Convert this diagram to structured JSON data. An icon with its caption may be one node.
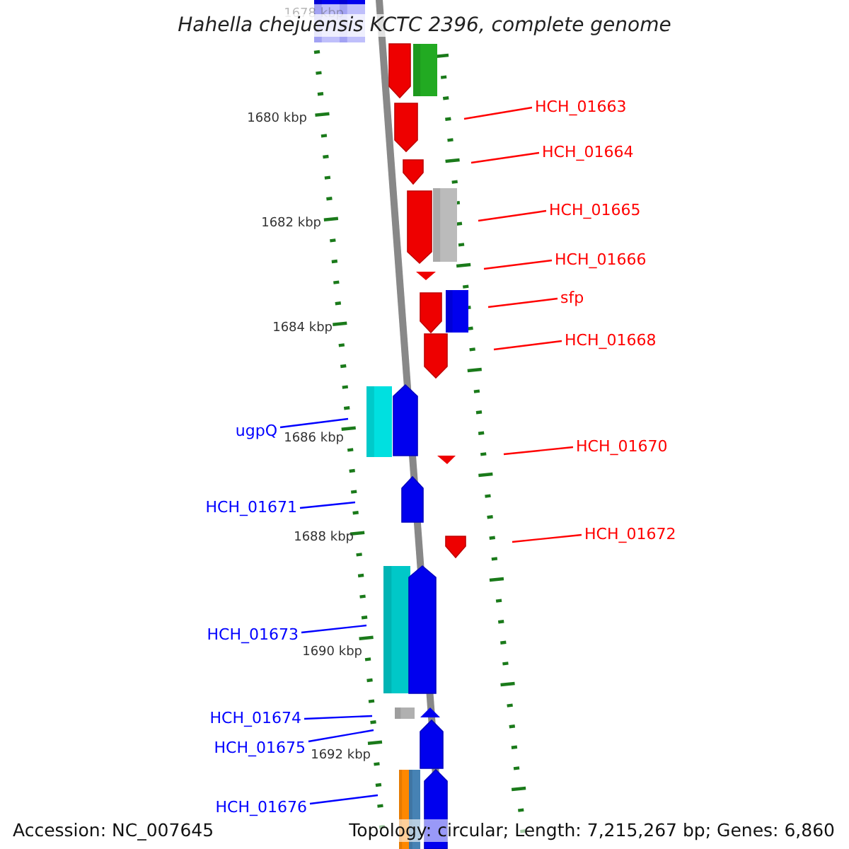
{
  "diagram": {
    "title": "Hahella chejuensis KCTC 2396, complete genome",
    "nodes": [
      {
        "text": [
          "HCH_01663"
        ]
      },
      {
        "text": [
          "HCH_01664"
        ]
      },
      {
        "text": [
          "HCH_01665"
        ]
      },
      {
        "text": [
          "HCH_01666"
        ]
      },
      {
        "text": [
          "sfp"
        ]
      },
      {
        "text": [
          "HCH_01668"
        ]
      },
      {
        "text": [
          "ugpQ"
        ]
      },
      {
        "text": [
          "HCH_01670"
        ]
      },
      {
        "text": [
          "HCH_01671"
        ]
      },
      {
        "text": [
          "HCH_01672"
        ]
      },
      {
        "text": [
          "HCH_01673"
        ]
      },
      {
        "text": [
          "HCH_01674"
        ]
      },
      {
        "text": [
          "HCH_01675"
        ]
      },
      {
        "text": [
          "HCH_01676"
        ]
      }
    ],
    "edges": [
      {
        "from": 0,
        "to": null,
        "arrow": "none"
      },
      {
        "from": 1,
        "to": null,
        "arrow": "none"
      },
      {
        "from": 2,
        "to": null,
        "arrow": "none"
      },
      {
        "from": 3,
        "to": null,
        "arrow": "none"
      },
      {
        "from": 4,
        "to": null,
        "arrow": "none"
      },
      {
        "from": 5,
        "to": null,
        "arrow": "none"
      },
      {
        "from": 6,
        "to": null,
        "arrow": "none",
        "color": "#0000ff"
      },
      {
        "from": 7,
        "to": null,
        "arrow": "none"
      },
      {
        "from": 8,
        "to": null,
        "arrow": "none",
        "color": "#0000ff"
      },
      {
        "from": 9,
        "to": null,
        "arrow": "none"
      },
      {
        "from": 10,
        "to": null,
        "arrow": "none",
        "color": "#0000ff"
      },
      {
        "from": 11,
        "to": null,
        "arrow": "none",
        "color": "#0000ff"
      },
      {
        "from": 12,
        "to": null,
        "arrow": "none",
        "color": "#0000ff"
      },
      {
        "from": 13,
        "to": null,
        "arrow": "none",
        "color": "#0000ff"
      }
    ],
    "labels": [
      "1678 kbp",
      "1680 kbp",
      "1682 kbp",
      "1684 kbp",
      "1686 kbp",
      "1688 kbp",
      "1690 kbp",
      "1692 kbp",
      "Accession: NC_007645",
      "Topology: circular; Length: 7,215,267 bp; Genes: 6,860"
    ]
  }
}
